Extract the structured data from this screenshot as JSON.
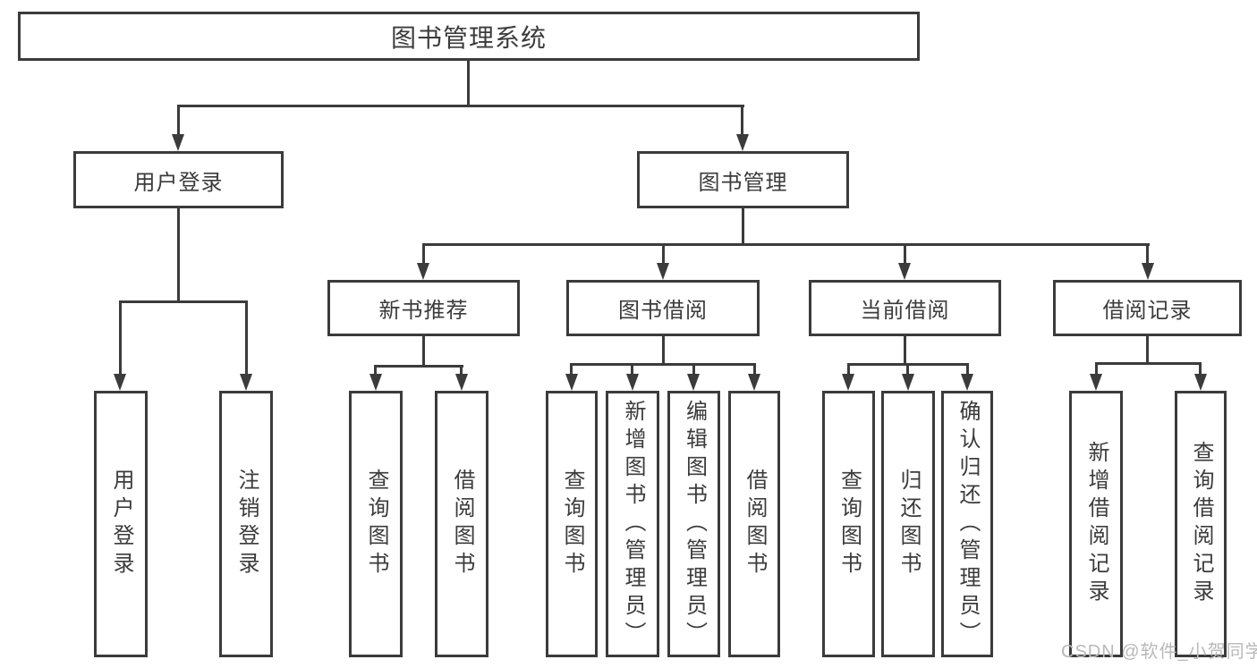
{
  "diagram_title": "图书管理系统",
  "colors": {
    "line": "#3b3b3b",
    "box_background": "#ffffff",
    "text": "#3b3b3b",
    "watermark": "#b9b9b9"
  },
  "tree": {
    "root": {
      "label": "图书管理系统",
      "children": [
        {
          "label": "用户登录",
          "children": [
            {
              "label": "用户登录"
            },
            {
              "label": "注销登录"
            }
          ]
        },
        {
          "label": "图书管理",
          "children": [
            {
              "label": "新书推荐",
              "children": [
                {
                  "label": "查询图书"
                },
                {
                  "label": "借阅图书"
                }
              ]
            },
            {
              "label": "图书借阅",
              "children": [
                {
                  "label": "查询图书"
                },
                {
                  "label": "新增图书（管理员）"
                },
                {
                  "label": "编辑图书（管理员）"
                },
                {
                  "label": "借阅图书"
                }
              ]
            },
            {
              "label": "当前借阅",
              "children": [
                {
                  "label": "查询图书"
                },
                {
                  "label": "归还图书"
                },
                {
                  "label": "确认归还（管理员）"
                }
              ]
            },
            {
              "label": "借阅记录",
              "children": [
                {
                  "label": "新增借阅记录"
                },
                {
                  "label": "查询借阅记录"
                }
              ]
            }
          ]
        }
      ]
    }
  },
  "watermark": {
    "text": "CSDN @软件_小贺同学"
  }
}
